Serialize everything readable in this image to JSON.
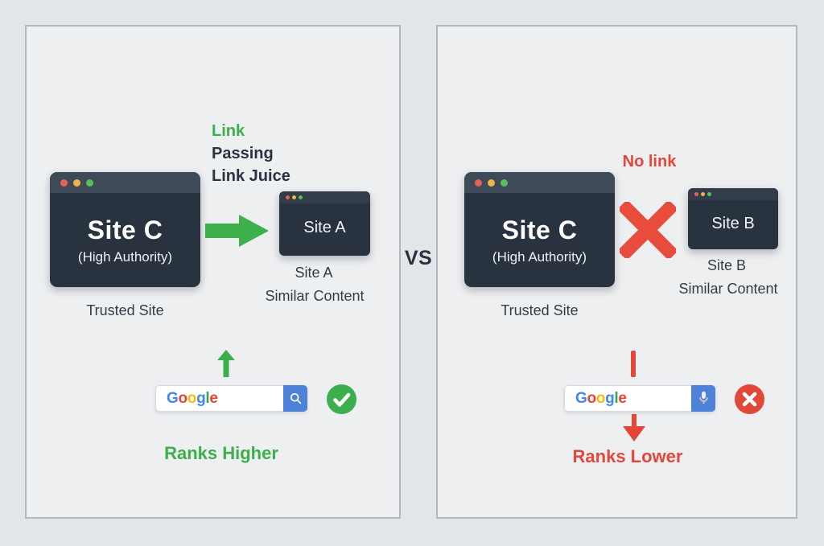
{
  "page": {
    "vs_label": "VS"
  },
  "colors": {
    "background": "#e3e6e9",
    "panel_bg": "#edeff1",
    "panel_border": "#b3b8be",
    "green": "#3dae4c",
    "red": "#e3473a",
    "dark_text": "#29323f",
    "window_body": "#29333f",
    "window_titlebar": "#3f4a58",
    "google_blue": "#4e82d8"
  },
  "google_logo": {
    "letters": [
      {
        "ch": "G",
        "color": "#4285F4"
      },
      {
        "ch": "o",
        "color": "#EA4335"
      },
      {
        "ch": "o",
        "color": "#FBBC05"
      },
      {
        "ch": "g",
        "color": "#4285F4"
      },
      {
        "ch": "l",
        "color": "#34A853"
      },
      {
        "ch": "e",
        "color": "#EA4335"
      }
    ]
  },
  "icons": {
    "window_dots": [
      "close-dot",
      "minimize-dot",
      "zoom-dot"
    ],
    "left_arrow": "arrow-right-icon",
    "right_cross": "cross-icon",
    "rank_up": "arrow-up-icon",
    "rank_down": "arrow-down-icon",
    "search_button": "search-icon",
    "voice_button": "mic-icon",
    "success_badge": "check-icon",
    "fail_badge": "cross-icon"
  },
  "left": {
    "annotation": {
      "line1": "Link",
      "line2": "Passing",
      "line3": "Link Juice"
    },
    "site_c": {
      "title": "Site C",
      "subtitle": "(High Authority)",
      "caption": "Trusted Site"
    },
    "site_a": {
      "title": "Site A",
      "caption_name": "Site A",
      "caption_desc": "Similar Content"
    },
    "result_label": "Ranks Higher"
  },
  "right": {
    "annotation": "No link",
    "site_c": {
      "title": "Site C",
      "subtitle": "(High Authority)",
      "caption": "Trusted Site"
    },
    "site_b": {
      "title": "Site B",
      "caption_name": "Site B",
      "caption_desc": "Similar Content"
    },
    "result_label": "Ranks Lower"
  }
}
